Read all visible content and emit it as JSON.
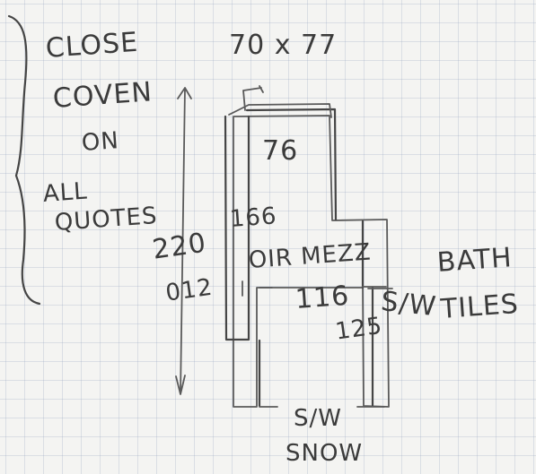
{
  "page": {
    "title": "Hand-drawn floor plan sketch"
  },
  "notes": {
    "close_line1": "CLOSE",
    "close_line2": "COVEN",
    "close_line3": "ON",
    "close_line4": "ALL",
    "close_line5": "QUOTES",
    "dimension_top": "70 x 77",
    "bath_line1": "BATH",
    "bath_line2": "TILES",
    "label_76": "76",
    "label_166": "166",
    "label_220": "220",
    "label_012": "012",
    "label_oir_mezz": "OIR MEZZ",
    "label_116": "116",
    "label_125": "125",
    "label_sw_right": "S/W",
    "label_sw_bottom": "S/W",
    "label_snow": "SNOW"
  },
  "icons": {
    "sketch_plan": "floor-plan-sketch",
    "brace": "curly-brace-icon",
    "arrow": "arrow-icon"
  }
}
